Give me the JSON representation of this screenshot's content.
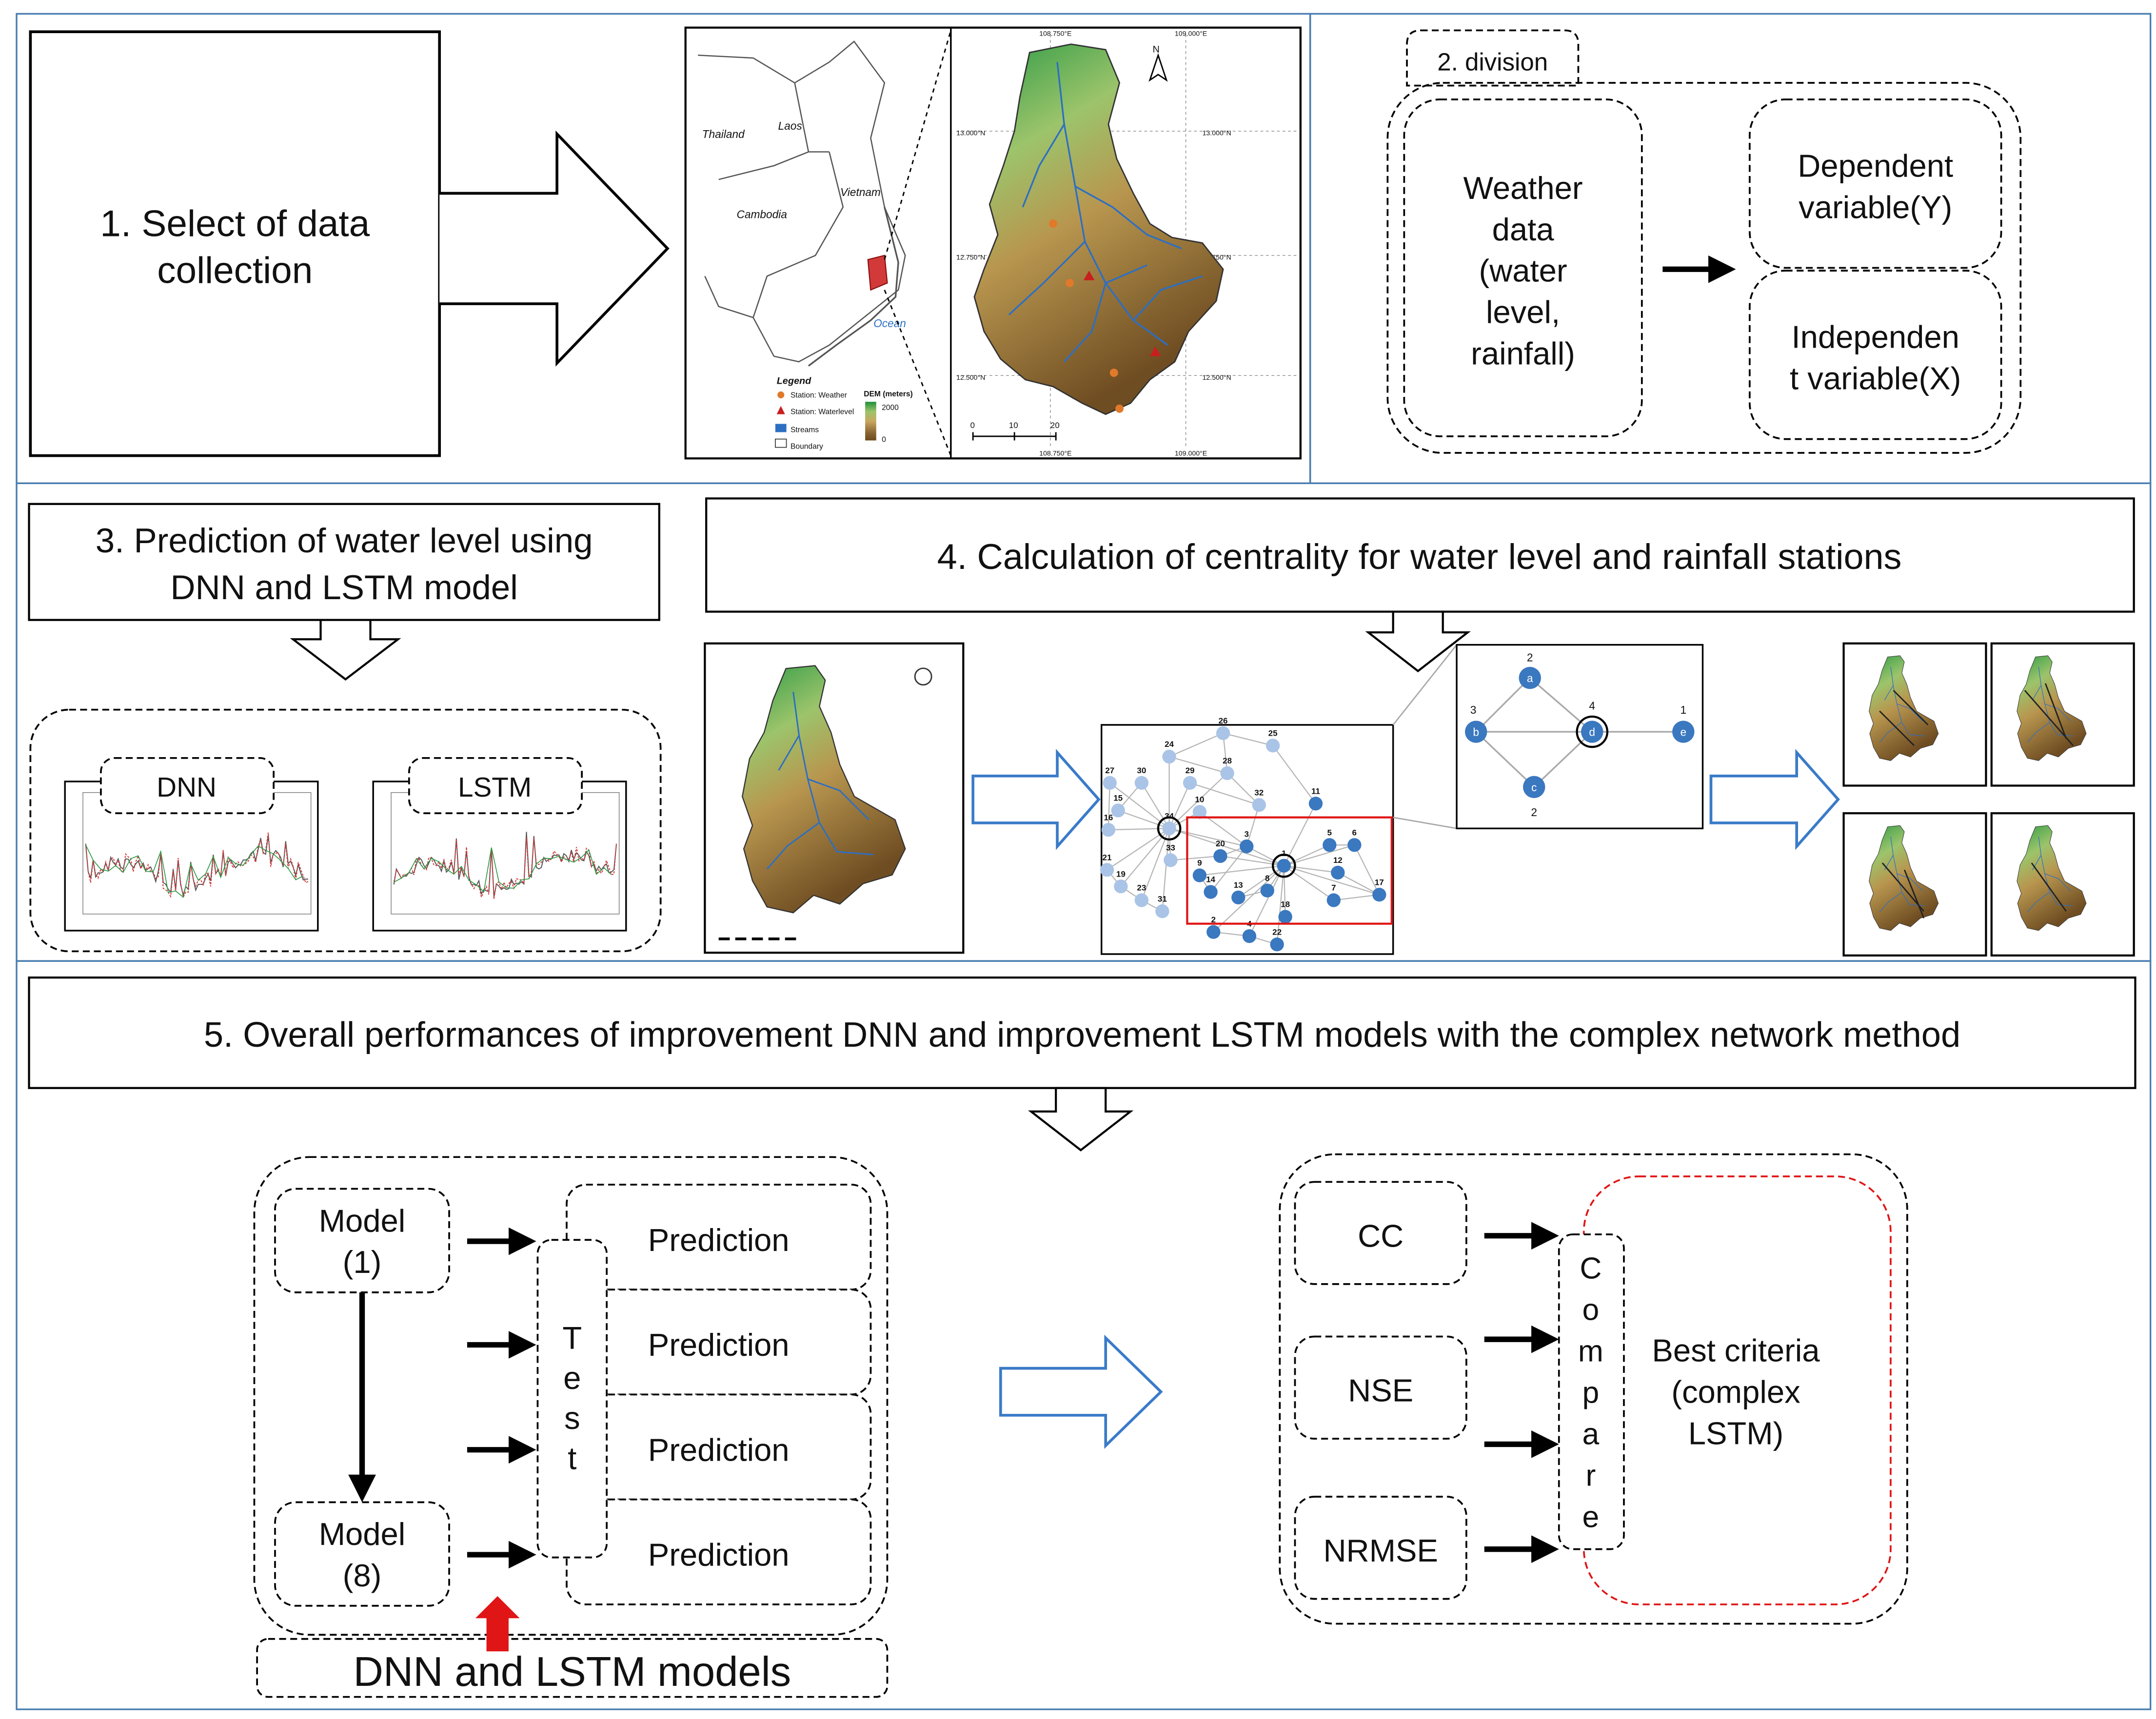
{
  "step1": {
    "title_line1": "1. Select of data",
    "title_line2": "collection"
  },
  "map": {
    "labels": {
      "thailand": "Thailand",
      "laos": "Laos",
      "vietnam": "Vietnam",
      "cambodia": "Cambodia",
      "ocean": "Ocean"
    },
    "legend": {
      "title": "Legend",
      "weather": "Station: Weather",
      "waterlevel": "Station: Waterlevel",
      "streams": "Streams",
      "boundary": "Boundary",
      "dem_title": "DEM (meters)",
      "dem_high": "2000",
      "dem_low": "0"
    },
    "grid": {
      "lon1": "108.750°E",
      "lon2": "109.000°E",
      "lat1": "13.000°N",
      "lat2": "12.750°N",
      "lat3": "12.500°N"
    },
    "scale": [
      "0",
      "10",
      "20"
    ],
    "north": "N"
  },
  "step2": {
    "tab": "2. division",
    "weather": [
      "Weather",
      "data",
      "(water",
      "level,",
      "rainfall)"
    ],
    "dependent": [
      "Dependent",
      "variable(Y)"
    ],
    "independent": [
      "Independen",
      "t variable(X)"
    ]
  },
  "step3": {
    "line1": "3. Prediction of water level using",
    "line2": "DNN and LSTM model",
    "dnn_label": "DNN",
    "lstm_label": "LSTM"
  },
  "step4": {
    "title": "4. Calculation of centrality for water level and rainfall stations"
  },
  "network": {
    "nodes": [
      "1",
      "2",
      "3",
      "4",
      "5",
      "6",
      "7",
      "8",
      "9",
      "10",
      "11",
      "12",
      "13",
      "14",
      "15",
      "16",
      "17",
      "18",
      "19",
      "20",
      "21",
      "22",
      "23",
      "24",
      "25",
      "26",
      "27",
      "28",
      "29",
      "30",
      "31",
      "32",
      "33",
      "34"
    ]
  },
  "graph_example": {
    "nodes": [
      "a",
      "b",
      "c",
      "d",
      "e"
    ],
    "degrees": [
      "2",
      "3",
      "2",
      "4",
      "1"
    ]
  },
  "step5": {
    "title": "5. Overall performances of improvement DNN and improvement LSTM models with the complex network method",
    "model1": [
      "Model",
      "(1)"
    ],
    "model8": [
      "Model",
      "(8)"
    ],
    "test": [
      "T",
      "e",
      "s",
      "t"
    ],
    "prediction": "Prediction",
    "dnn_lstm": "DNN and LSTM models",
    "cc": "CC",
    "nse": "NSE",
    "nrmse": "NRMSE",
    "compare": [
      "C",
      "o",
      "m",
      "p",
      "a",
      "r",
      "e"
    ],
    "best": [
      "Best criteria",
      "(complex",
      "LSTM)"
    ]
  },
  "colors": {
    "panel_border": "#4a7eb0",
    "node_dark": "#3a78c0",
    "node_light": "#a9c4e6",
    "blue_arrow": "#3a7bc8",
    "red": "#e01515",
    "dem_high": "#1e8f3a",
    "dem_mid": "#a88a45",
    "dem_low": "#6d4a1e",
    "stream": "#2d6fc2"
  }
}
